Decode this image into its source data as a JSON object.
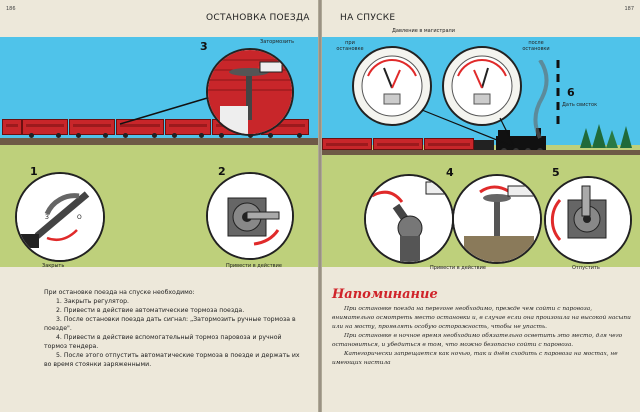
{
  "left_page": {
    "page_number": "186",
    "header": "ОСТАНОВКА ПОЕЗДА",
    "figures": [
      {
        "number": "3",
        "caption": "Затормозить"
      },
      {
        "number": "1",
        "caption": "Закрыть",
        "marks": [
          "З",
          "О"
        ]
      },
      {
        "number": "2",
        "caption": "Привести в действие"
      }
    ],
    "instructions": {
      "intro": "При остановке поезда на спуске необходимо:",
      "items": [
        "1. Закрыть регулятор.",
        "2. Привести в действие автоматические тормоза поезда.",
        "3. После остановки поезда дать сигнал: „Затормозить ручные тормоза в поезде\".",
        "4. Привести в действие вспомогательный тормоз паровоза и ручной тормоз тендера.",
        "5. После этого отпустить автоматические тормоза в поезде и держать их во время стоянки заряженными."
      ]
    }
  },
  "right_page": {
    "page_number": "187",
    "header": "НА СПУСКЕ",
    "gauge_labels": {
      "before": "при остановке",
      "pressure": "Давление в магистрали",
      "after": "после остановки"
    },
    "figures": [
      {
        "number": "6",
        "caption": "Дать свисток"
      },
      {
        "number": "4",
        "caption": "Привести в действие"
      },
      {
        "number": "5",
        "caption": "Отпустить"
      }
    ],
    "reminder": {
      "title": "Напоминание",
      "paragraphs": [
        "При остановке поезда на перегоне необходимо, прежде чем сойти с паровоза, внимательно осмотреть место остановки и, в случае если она произошла на высокой насыпи или на мосту, проявлять особую осторожность, чтобы не упасть.",
        "При остановке в ночное время необходимо обязательно осветить это место, для чего остановиться, и убедиться в том, что можно безопасно сойти с паровоза.",
        "Категорически запрещается как ночью, так и днём сходить с паровоза на мостах, не имеющих настила"
      ]
    }
  },
  "colors": {
    "sky": "#4fc3ea",
    "ground": "#bed07b",
    "wagon": "#c8262a",
    "accent_red": "#d0242a"
  }
}
